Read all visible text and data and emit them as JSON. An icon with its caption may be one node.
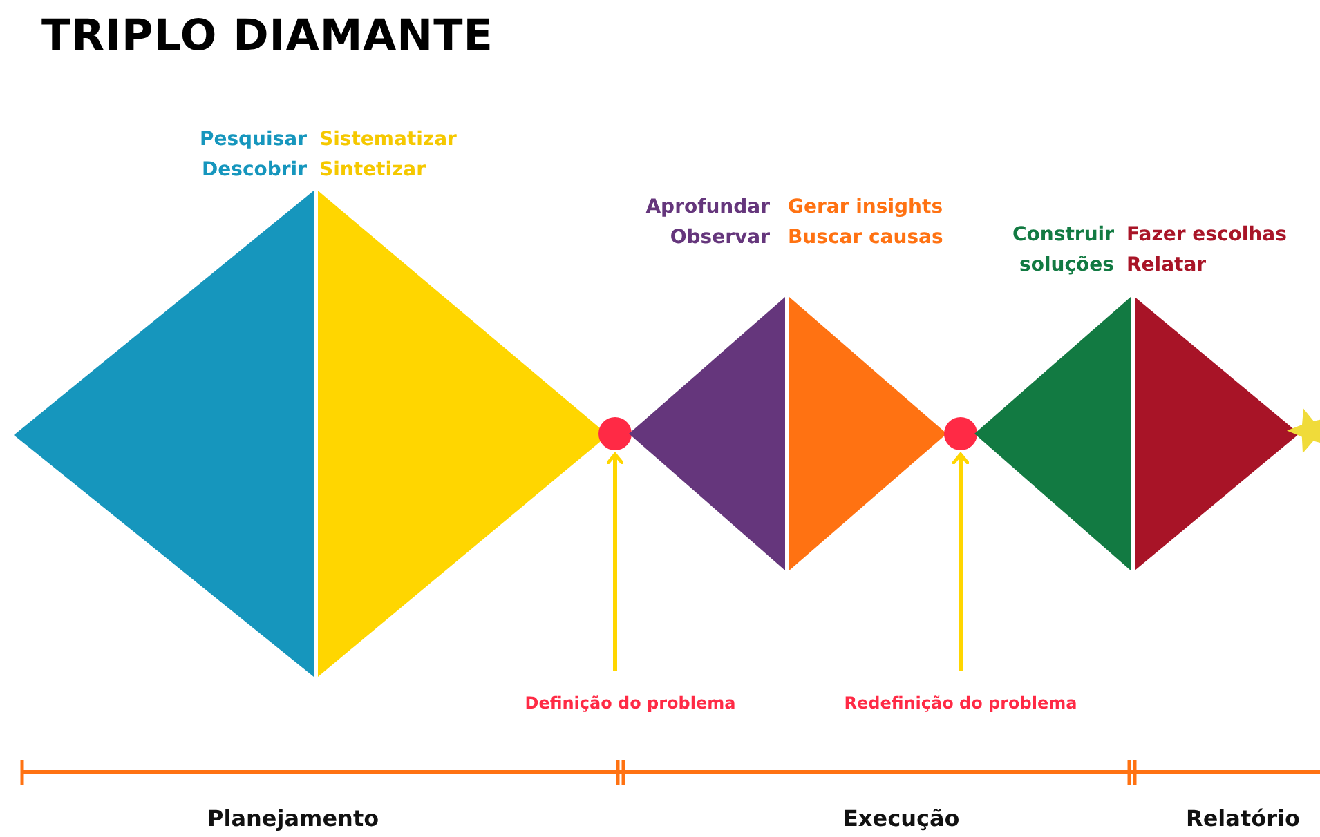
{
  "diagram": {
    "title": "TRIPLO DIAMANTE",
    "nodes": [
      {
        "text": [
          "Pesquisar Descobrir"
        ]
      },
      {
        "text": [
          "Sistematizar Sintetizar"
        ]
      },
      {
        "text": [],
        "shape": "circle"
      },
      {
        "text": [
          "Aprofundar Observar"
        ]
      },
      {
        "text": [
          "Gerar insights Buscar causas"
        ]
      },
      {
        "text": [],
        "shape": "circle"
      },
      {
        "text": [
          "Construir soluções"
        ]
      },
      {
        "text": [
          "Fazer escolhas Relatar"
        ]
      },
      {
        "text": [],
        "shape": "star"
      },
      {
        "text": [
          "Definição do problema"
        ]
      },
      {
        "text": [
          "Redefinição do problema"
        ]
      }
    ],
    "edges": [
      {
        "from": 9,
        "to": 2,
        "arrow": "to"
      },
      {
        "from": 10,
        "to": 5,
        "arrow": "to"
      }
    ],
    "labels": [
      "Planejamento",
      "Execução",
      "Relatório"
    ]
  }
}
